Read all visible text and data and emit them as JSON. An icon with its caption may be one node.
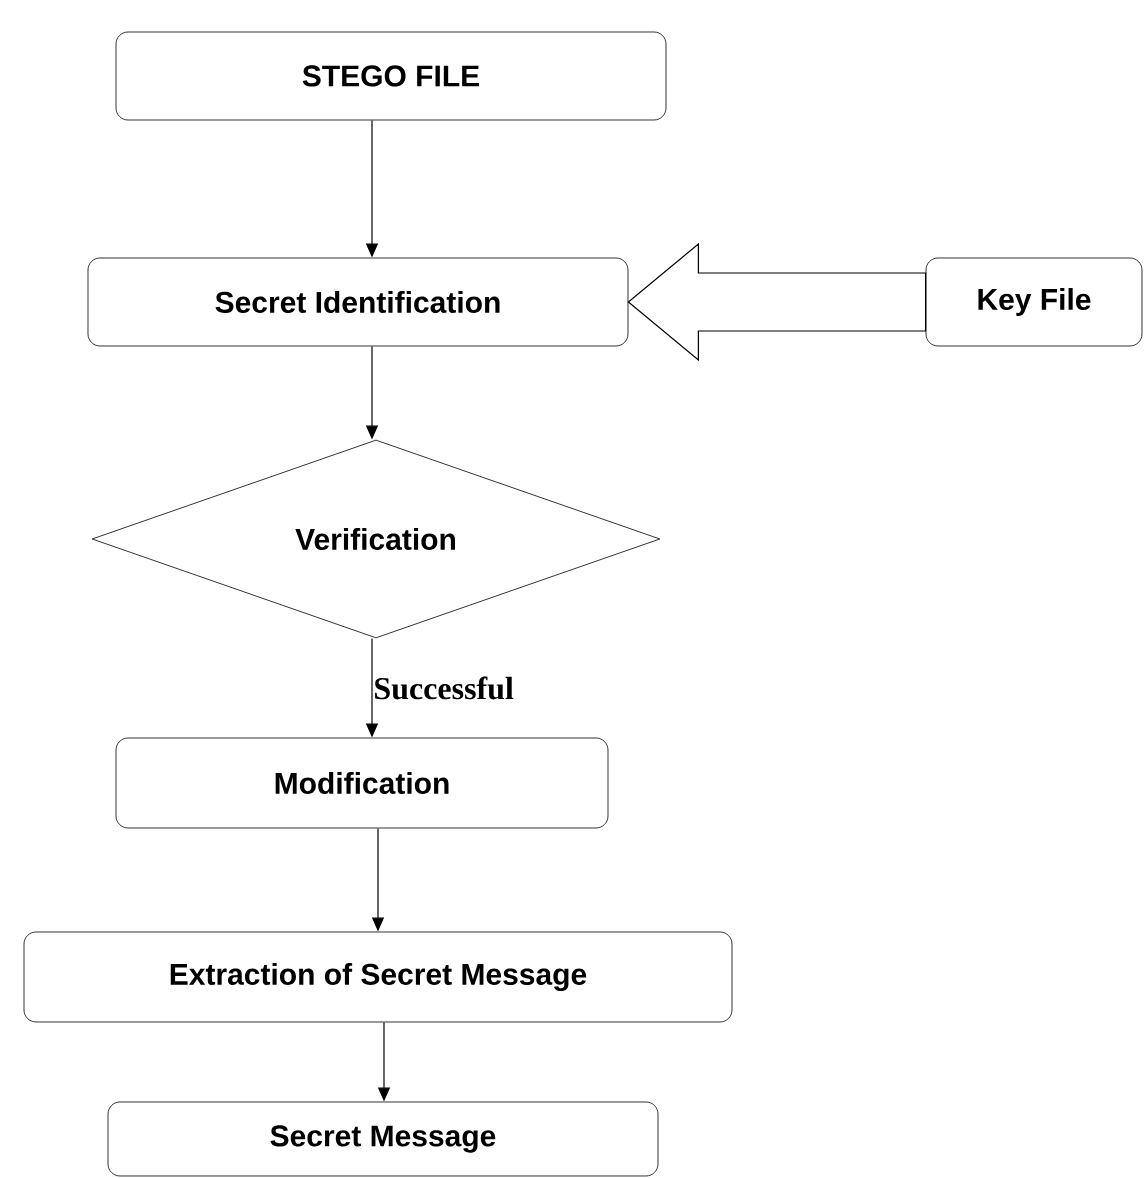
{
  "diagram": {
    "nodes": [
      {
        "text": [
          "STEGO FILE"
        ]
      },
      {
        "text": [
          "Secret Identification"
        ]
      },
      {
        "text": [
          "Key File"
        ]
      },
      {
        "text": [
          "Verification"
        ]
      },
      {
        "text": [
          "Modification"
        ]
      },
      {
        "text": [
          "Extraction of Secret Message"
        ]
      },
      {
        "text": [
          "Secret Message"
        ]
      }
    ],
    "edges": [
      {
        "from": 0,
        "to": 1,
        "arrow": "to"
      },
      {
        "from": 2,
        "to": 1,
        "arrow": "to",
        "style": "thick"
      },
      {
        "from": 1,
        "to": 3,
        "arrow": "to"
      },
      {
        "from": 3,
        "to": 4,
        "arrow": "to",
        "label": "Successful"
      },
      {
        "from": 4,
        "to": 5,
        "arrow": "to"
      },
      {
        "from": 5,
        "to": 6,
        "arrow": "to"
      }
    ]
  }
}
